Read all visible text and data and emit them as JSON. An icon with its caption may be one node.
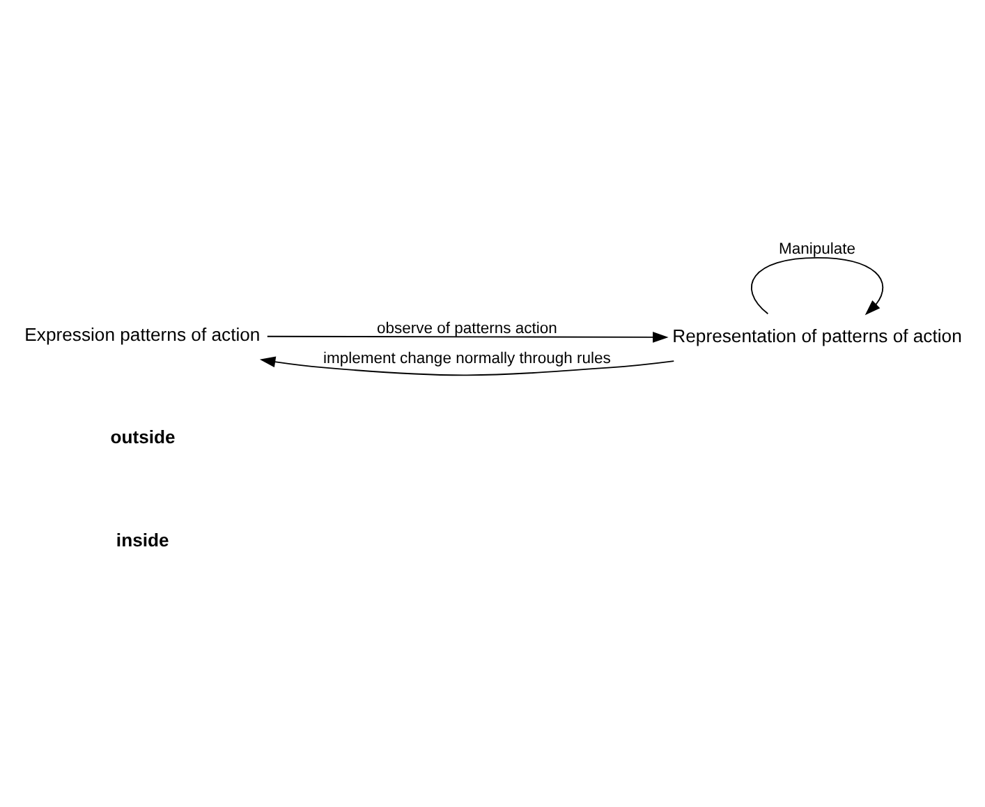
{
  "diagram": {
    "nodes": [
      {
        "text": [
          "Expression patterns of action"
        ]
      },
      {
        "text": [
          "Representation of patterns of action"
        ]
      }
    ],
    "edges": [
      {
        "from": 0,
        "to": 1,
        "arrow": "to",
        "label": "observe of patterns action"
      },
      {
        "from": 1,
        "to": 0,
        "arrow": "to",
        "label": "implement change normally through rules"
      },
      {
        "from": 1,
        "to": 1,
        "arrow": "to",
        "label": "Manipulate"
      }
    ],
    "labels": [
      "inside",
      "outside"
    ]
  }
}
